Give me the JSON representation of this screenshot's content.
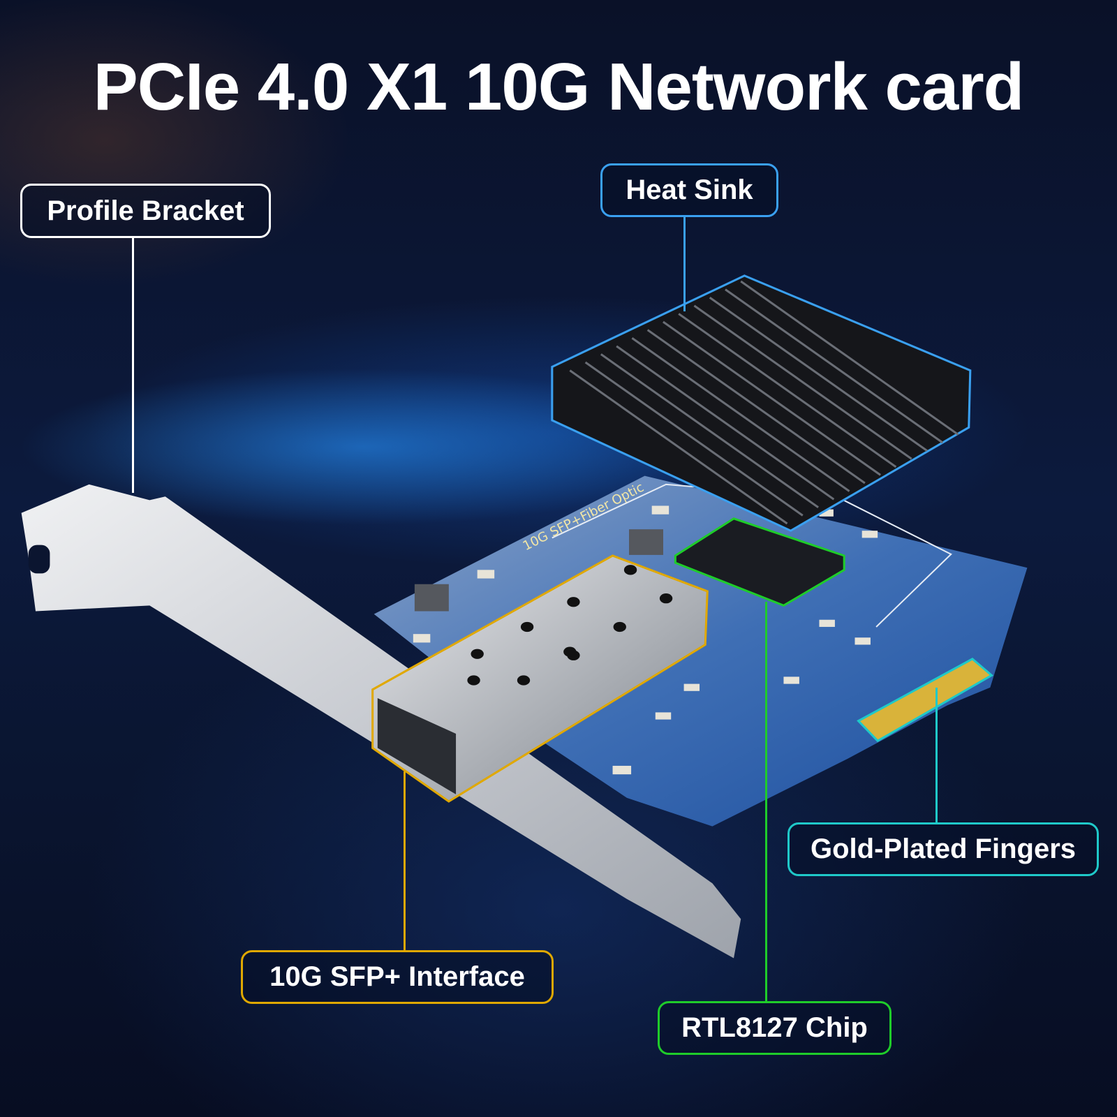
{
  "title": "PCIe 4.0 X1 10G Network card",
  "labels": {
    "profile_bracket": "Profile Bracket",
    "heat_sink": "Heat Sink",
    "gold_fingers": "Gold-Plated Fingers",
    "sfp_interface": "10G SFP+ Interface",
    "chip": "RTL8127 Chip"
  },
  "pcb_silkscreen": "10G SFP+Fiber Optic",
  "colors": {
    "profile_bracket": "#ffffff",
    "heat_sink": "#3aa0f0",
    "gold_fingers": "#1fc9c9",
    "sfp_interface": "#e0a800",
    "chip": "#1fcc2a"
  }
}
